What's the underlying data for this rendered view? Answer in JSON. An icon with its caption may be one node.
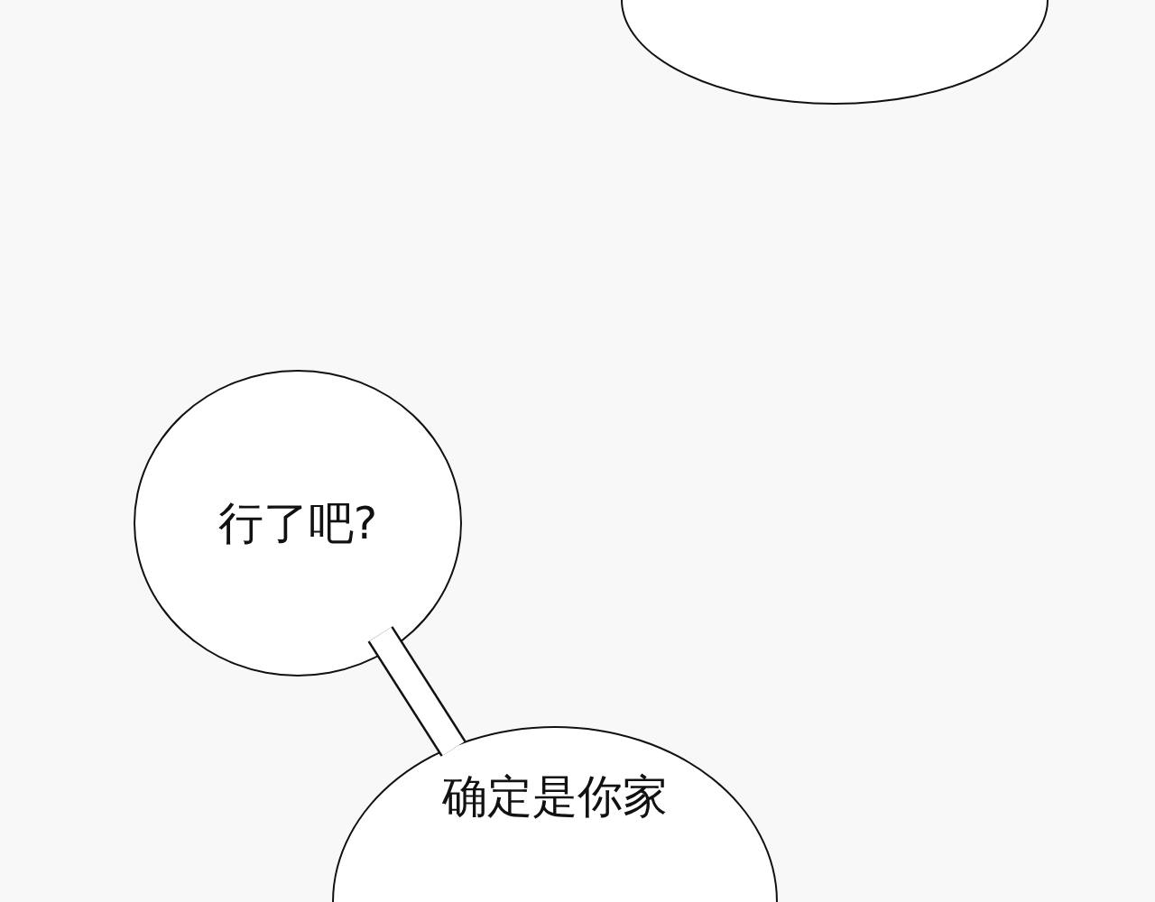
{
  "diagram": {
    "nodes": [
      {
        "text": [],
        "shape": "circle"
      },
      {
        "text": [
          "行了吧?"
        ]
      },
      {
        "text": [
          "确定是你家"
        ]
      }
    ],
    "edges": [
      {
        "from": 1,
        "to": 2,
        "arrow": "none"
      }
    ]
  }
}
